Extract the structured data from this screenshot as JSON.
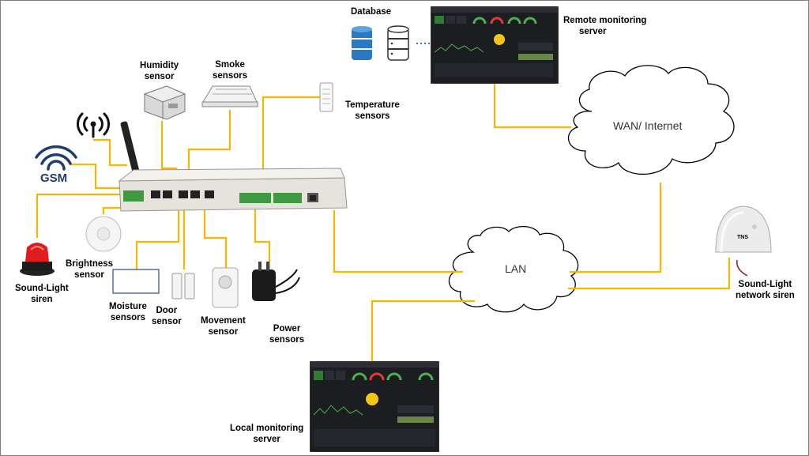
{
  "labels": {
    "database": "Database",
    "remote_server": [
      "Remote monitoring",
      "server"
    ],
    "humidity": [
      "Humidity",
      "sensor"
    ],
    "smoke": [
      "Smoke",
      "sensors"
    ],
    "temperature": [
      "Temperature",
      "sensors"
    ],
    "gsm": "GSM",
    "brightness": [
      "Brightness",
      "sensor"
    ],
    "siren": [
      "Sound-Light",
      "siren"
    ],
    "moisture": [
      "Moisture",
      "sensors"
    ],
    "door": [
      "Door",
      "sensor"
    ],
    "movement": [
      "Movement",
      "sensor"
    ],
    "power": [
      "Power",
      "sensors"
    ],
    "local_server": [
      "Local monitoring",
      "server"
    ],
    "network_siren": [
      "Sound-Light",
      "network siren"
    ],
    "wan": "WAN/ Internet",
    "lan": "LAN",
    "siren_brand": "TNS"
  },
  "colors": {
    "wire": "#f5b800",
    "db_blue": "#2b79c2",
    "cloud_stroke": "#000000",
    "router_body": "#e6e3dd",
    "terminal_green": "#3f9a3f",
    "dashboard_bg": "#1b1d21"
  },
  "icons": [
    "database-icon",
    "antenna-wifi-icon",
    "gsm-signal-icon",
    "router-icon",
    "siren-icon",
    "cloud-icon",
    "dashboard-screenshot"
  ]
}
